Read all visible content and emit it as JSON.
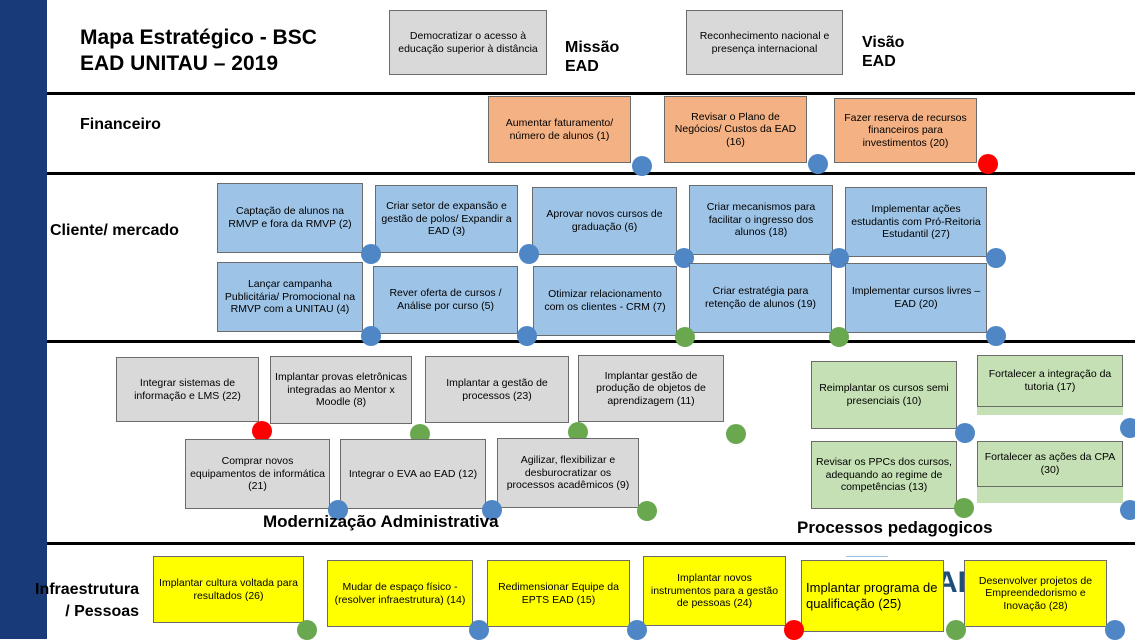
{
  "header": {
    "title": "Mapa Estratégico - BSC\nEAD UNITAU – 2019",
    "mission_text": "Democratizar o acesso à educação superior à distância",
    "mission_label": "Missão\nEAD",
    "vision_text": "Reconhecimento nacional e presença internacional",
    "vision_label": "Visão\nEAD"
  },
  "perspectives": {
    "financeiro": "Financeiro",
    "cliente": "Cliente/ mercado",
    "infra": "Infraestrutura\n/  Pessoas"
  },
  "financeiro": [
    "Aumentar faturamento/ número de alunos (1)",
    "Revisar o Plano de Negócios/ Custos da EAD (16)",
    "Fazer reserva de recursos financeiros para investimentos (20)"
  ],
  "cliente": [
    "Captação de alunos na RMVP e fora da RMVP  (2)",
    "Criar setor de expansão e gestão de polos/ Expandir a  EAD (3)",
    "Aprovar novos cursos de graduação (6)",
    "Criar mecanismos para facilitar o ingresso dos alunos (18)",
    "Implementar ações estudantis com Pró-Reitoria Estudantil (27)",
    "Lançar campanha Publicitária/ Promocional na RMVP com a UNITAU (4)",
    "Rever oferta de cursos / Análise por curso (5)",
    "Otimizar relacionamento com os clientes - CRM  (7)",
    "Criar estratégia para retenção de alunos (19)",
    "Implementar cursos livres – EAD (20)"
  ],
  "processos_admin": [
    "Integrar sistemas de informação e LMS (22)",
    "Implantar provas eletrônicas integradas ao Mentor  x Moodle (8)",
    "Implantar a gestão de processos (23)",
    "Implantar gestão de produção de objetos de aprendizagem (11)",
    "Comprar novos equipamentos de informática (21)",
    "Integrar o EVA ao EAD (12)",
    "Agilizar, flexibilizar e desburocratizar os processos acadêmicos (9)"
  ],
  "processos_ped": [
    "Reimplantar os cursos semi presenciais (10)",
    "Fortalecer a integração da tutoria (17)",
    "Revisar os PPCs dos cursos, adequando ao regime de competências (13)",
    "Fortalecer as ações da CPA (30)"
  ],
  "footers": {
    "admin": "Modernização Administrativa",
    "ped": "Processos pedagogicos"
  },
  "infra": [
    "Implantar cultura voltada para resultados (26)",
    "Mudar de espaço físico - (resolver infraestrutura) (14)",
    "Redimensionar Equipe da EPTS EAD (15)",
    "Implantar novos instrumentos para a gestão de pessoas (24)",
    "Implantar programa  de qualificação (25)",
    "Desenvolver projetos de Empreendedorismo e Inovação (28)"
  ],
  "logo_fragment": "AD",
  "colors": {
    "sidebar": "#183a78",
    "gray_box": "#d9d9d9",
    "orange_box": "#f4b183",
    "blue_box": "#9dc3e6",
    "green_box": "#c5e0b4",
    "yellow_box": "#ffff00",
    "status_blue": "#4f86c6",
    "status_green": "#6aa84f",
    "status_red": "#ff0000"
  },
  "status_indicators": {
    "financeiro": [
      "blue",
      "blue",
      "red"
    ],
    "cliente_row1": [
      "blue",
      "blue",
      "blue",
      "blue",
      "blue"
    ],
    "cliente_row2": [
      "blue",
      "blue",
      "green",
      "green",
      "blue"
    ],
    "admin_row1": [
      "red",
      "green",
      "green",
      "green"
    ],
    "admin_row2": [
      "blue",
      "blue",
      "green"
    ],
    "ped_row1": [
      "blue",
      "blue"
    ],
    "ped_row2": [
      "green",
      "blue"
    ],
    "infra": [
      "green",
      "blue",
      "blue",
      "red",
      "green",
      "blue"
    ]
  }
}
